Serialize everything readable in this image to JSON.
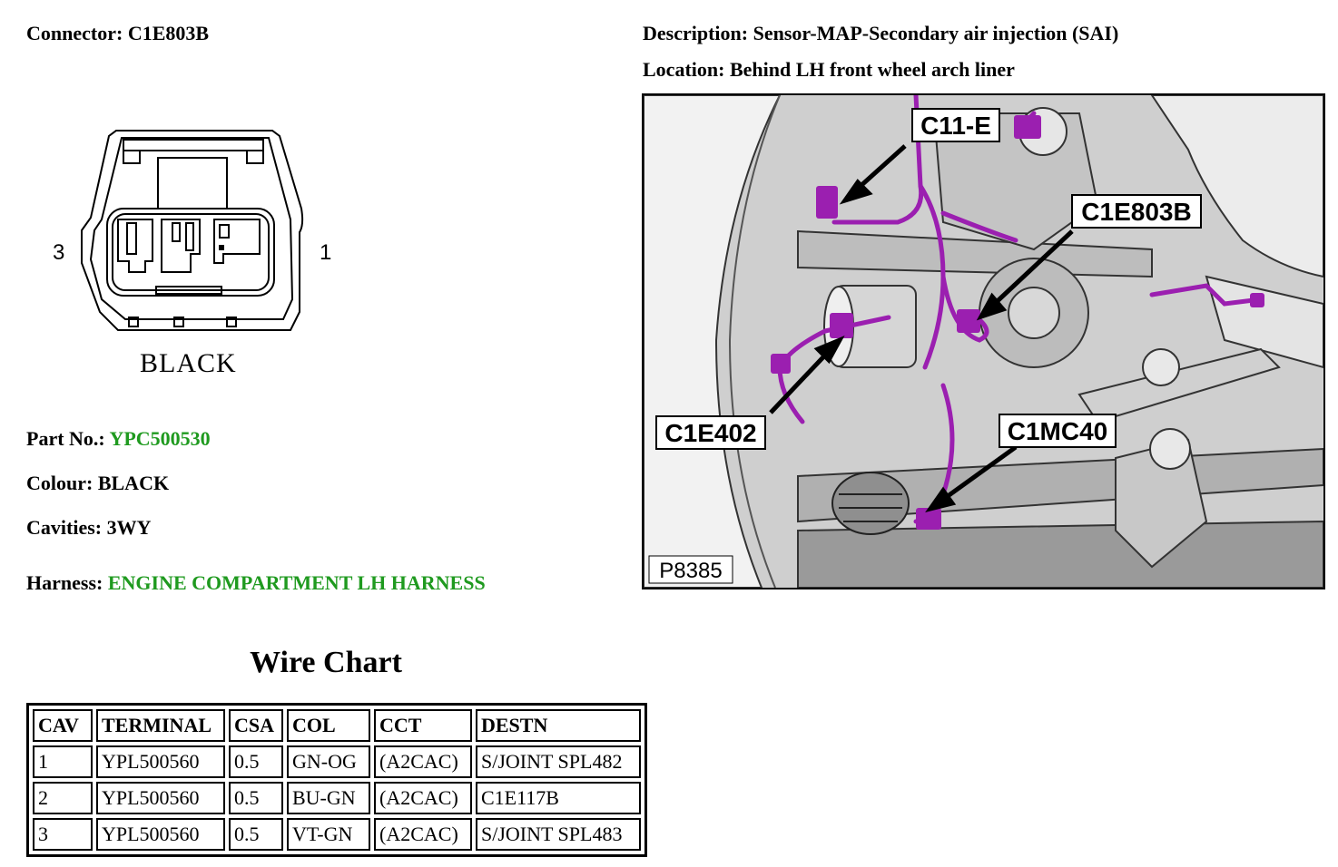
{
  "connector": {
    "label": "Connector:",
    "value": "C1E803B"
  },
  "description": {
    "label": "Description:",
    "value": "Sensor-MAP-Secondary air injection (SAI)"
  },
  "location": {
    "label": "Location:",
    "value": "Behind LH front wheel arch liner"
  },
  "diagram": {
    "pin_left": "3",
    "pin_right": "1",
    "colour_caption": "BLACK"
  },
  "part_no": {
    "label": "Part No.:",
    "value": "YPC500530"
  },
  "colour": {
    "label": "Colour:",
    "value": "BLACK"
  },
  "cavities": {
    "label": "Cavities:",
    "value": "3WY"
  },
  "harness": {
    "label": "Harness:",
    "value": "ENGINE COMPARTMENT LH HARNESS"
  },
  "wire_chart": {
    "title": "Wire Chart",
    "headers": [
      "CAV",
      "TERMINAL",
      "CSA",
      "COL",
      "CCT",
      "DESTN"
    ],
    "rows": [
      [
        "1",
        "YPL500560",
        "0.5",
        "GN-OG",
        "(A2CAC)",
        "S/JOINT SPL482"
      ],
      [
        "2",
        "YPL500560",
        "0.5",
        "BU-GN",
        "(A2CAC)",
        "C1E117B"
      ],
      [
        "3",
        "YPL500560",
        "0.5",
        "VT-GN",
        "(A2CAC)",
        "S/JOINT SPL483"
      ]
    ]
  },
  "locator_image": {
    "callouts": [
      "C11-E",
      "C1E803B",
      "C1E402",
      "C1MC40"
    ],
    "figure_id": "P8385",
    "harness_color": "#9b1fb0"
  }
}
